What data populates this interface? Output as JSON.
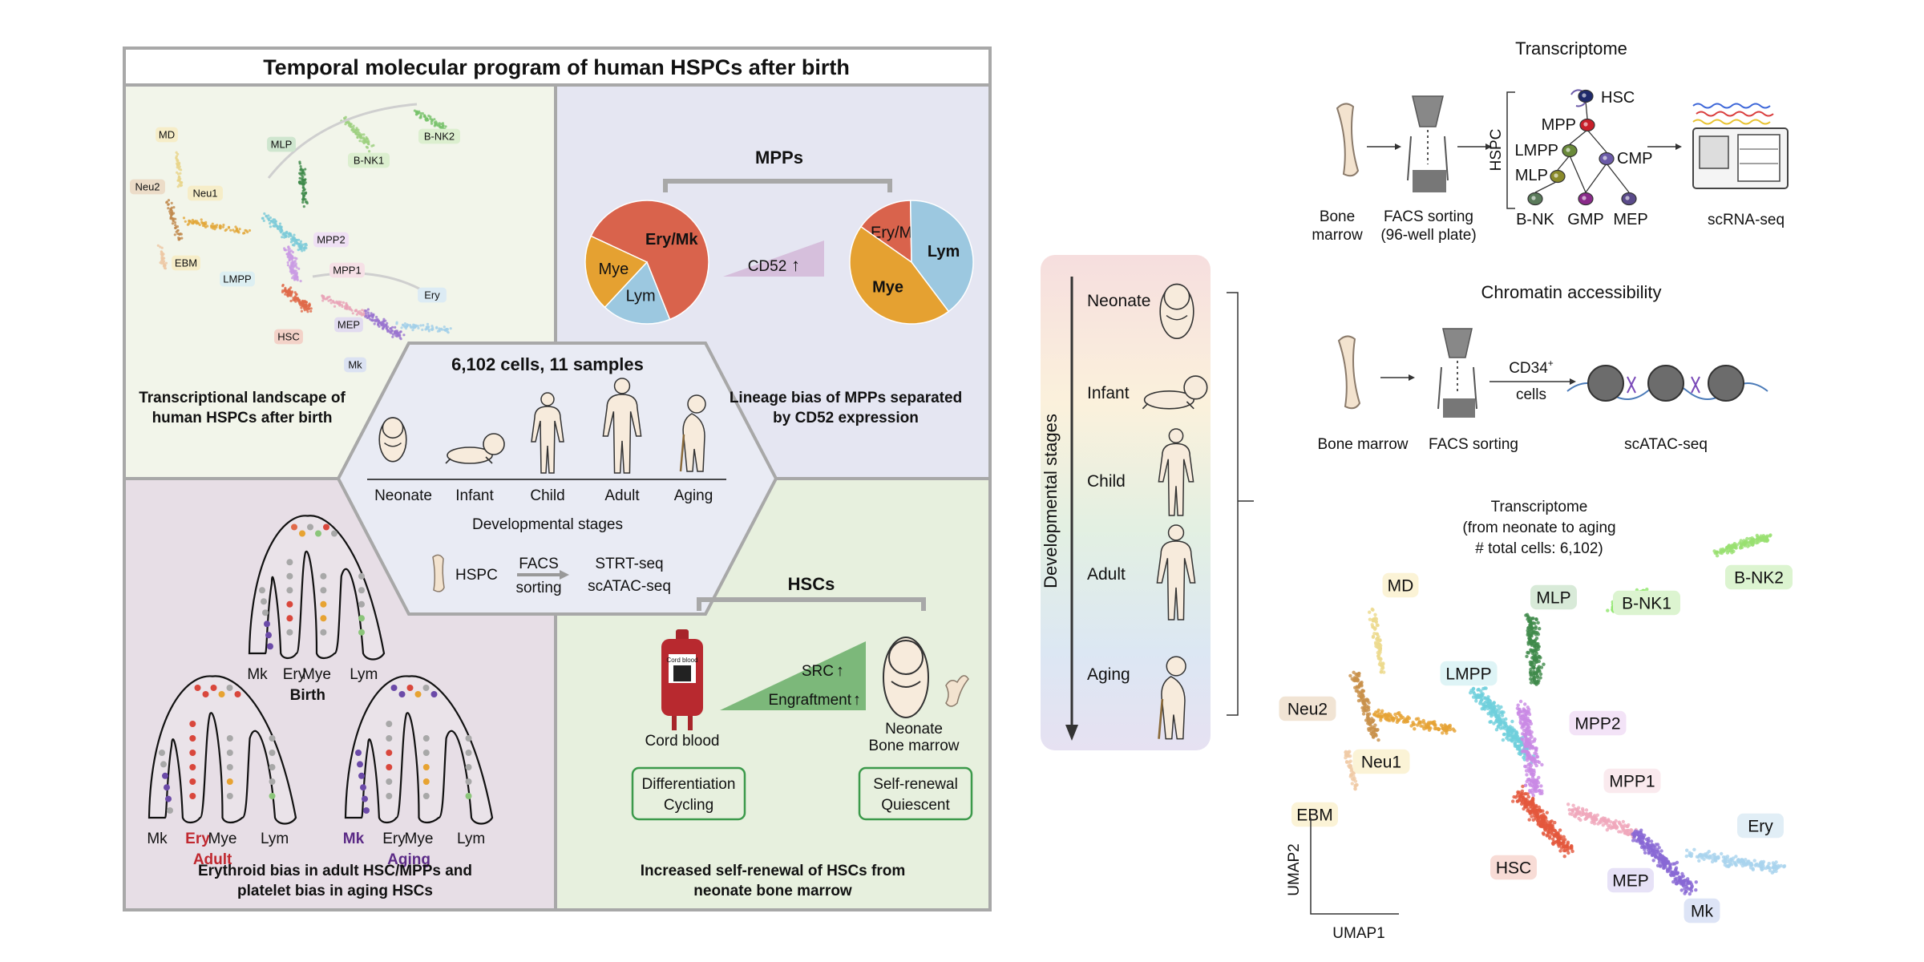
{
  "left_panel": {
    "title": "Temporal molecular program of human HSPCs after birth",
    "landscape": {
      "caption_line1": "Transcriptional landscape of",
      "caption_line2": "human HSPCs after birth",
      "labels": [
        "MD",
        "Neu2",
        "Neu1",
        "EBM",
        "LMPP",
        "MLP",
        "B-NK1",
        "B-NK2",
        "MPP2",
        "MPP1",
        "HSC",
        "MEP",
        "Ery",
        "Mk"
      ]
    },
    "mpps": {
      "heading": "MPPs",
      "caption_line1": "Lineage bias of MPPs separated",
      "caption_line2": "by CD52 expression",
      "cd52_label": "CD52",
      "arrow_up": "↑",
      "pie_low": [
        {
          "label": "Ery/Mk",
          "value": 62,
          "color": "#d9634c"
        },
        {
          "label": "Lym",
          "value": 18,
          "color": "#9cc8e0"
        },
        {
          "label": "Mye",
          "value": 20,
          "color": "#e5a131"
        }
      ],
      "pie_high": [
        {
          "label": "Ery/Mk",
          "value": 15,
          "color": "#d9634c"
        },
        {
          "label": "Lym",
          "value": 40,
          "color": "#9cc8e0"
        },
        {
          "label": "Mye",
          "value": 45,
          "color": "#e5a131"
        }
      ]
    },
    "center": {
      "heading": "6,102 cells, 11 samples",
      "stages": [
        "Neonate",
        "Infant",
        "Child",
        "Adult",
        "Aging"
      ],
      "stages_label": "Developmental stages",
      "hspc": "HSPC",
      "facs_line1": "FACS",
      "facs_line2": "sorting",
      "method1": "STRT-seq",
      "method2": "scATAC-seq"
    },
    "trees": {
      "caption_line1": "Erythroid bias in adult HSC/MPPs and",
      "caption_line2": "platelet bias in aging HSCs",
      "birth_labels": [
        "Mk",
        "Ery",
        "Mye",
        "Lym"
      ],
      "birth": "Birth",
      "adult_labels": [
        "Mk",
        "Ery",
        "Mye",
        "Lym"
      ],
      "adult": "Adult",
      "aging_labels": [
        "Mk",
        "Ery",
        "Mye",
        "Lym"
      ],
      "aging": "Aging",
      "red": "#c0282f",
      "purple": "#5b2a86"
    },
    "hscs": {
      "heading": "HSCs",
      "cord_bag_label": "Cord blood",
      "cord_blood": "Cord blood",
      "src": "SRC",
      "engraftment": "Engraftment",
      "arrow_up": "↑",
      "neonate_line1": "Neonate",
      "neonate_line2": "Bone marrow",
      "box1_line1": "Differentiation",
      "box1_line2": "Cycling",
      "box2_line1": "Self-renewal",
      "box2_line2": "Quiescent",
      "caption_line1": "Increased self-renewal of HSCs from",
      "caption_line2": "neonate bone marrow"
    }
  },
  "stages_panel": {
    "axis_label": "Developmental stages",
    "stages": [
      "Neonate",
      "Infant",
      "Child",
      "Adult",
      "Aging"
    ]
  },
  "transcriptome": {
    "title": "Transcriptome",
    "bone_line1": "Bone",
    "bone_line2": "marrow",
    "facs_line1": "FACS sorting",
    "facs_line2": "(96-well plate)",
    "hspc": "HSPC",
    "cells": [
      "HSC",
      "MPP",
      "LMPP",
      "CMP",
      "MLP",
      "B-NK",
      "GMP",
      "MEP"
    ],
    "method": "scRNA-seq"
  },
  "chromatin": {
    "title": "Chromatin accessibility",
    "bone": "Bone marrow",
    "facs": "FACS sorting",
    "cd34": "CD34",
    "plus": "+",
    "cells": "cells",
    "method": "scATAC-seq"
  },
  "umap": {
    "title_line1": "Transcriptome",
    "title_line2": "(from neonate to aging",
    "title_line3": "# total cells:  6,102)",
    "xlabel": "UMAP1",
    "ylabel": "UMAP2",
    "labels": [
      "MD",
      "MLP",
      "B-NK1",
      "B-NK2",
      "LMPP",
      "Neu2",
      "MPP2",
      "Neu1",
      "MPP1",
      "EBM",
      "Ery",
      "HSC",
      "MEP",
      "Mk"
    ]
  }
}
